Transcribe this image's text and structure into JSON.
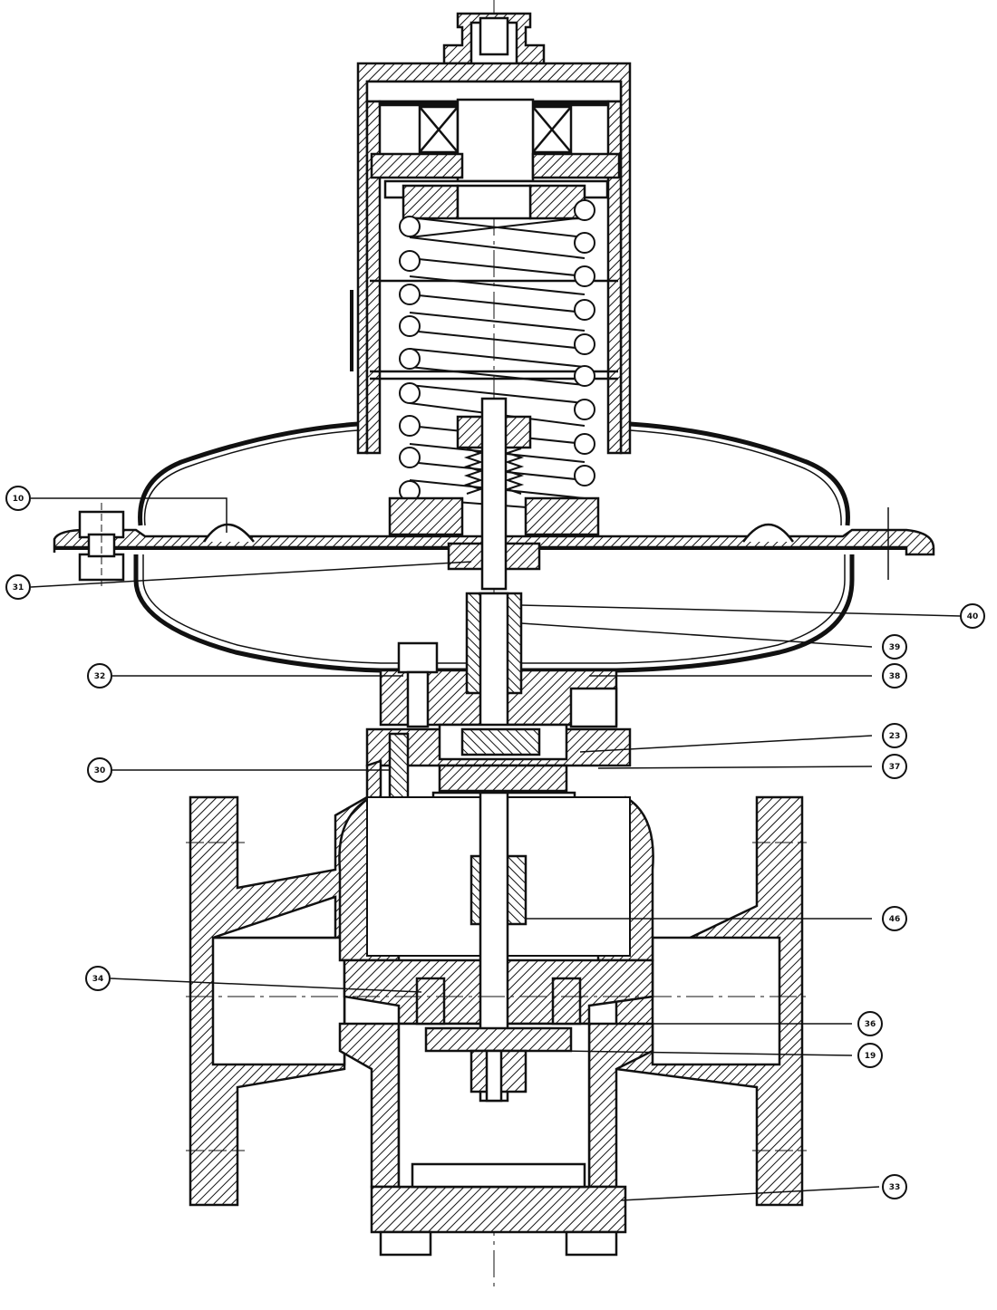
{
  "callouts": [
    {
      "id": "10",
      "label": "10"
    },
    {
      "id": "31",
      "label": "31"
    },
    {
      "id": "32",
      "label": "32"
    },
    {
      "id": "30",
      "label": "30"
    },
    {
      "id": "34",
      "label": "34"
    },
    {
      "id": "40",
      "label": "40"
    },
    {
      "id": "39",
      "label": "39"
    },
    {
      "id": "38",
      "label": "38"
    },
    {
      "id": "23",
      "label": "23"
    },
    {
      "id": "37",
      "label": "37"
    },
    {
      "id": "46",
      "label": "46"
    },
    {
      "id": "36",
      "label": "36"
    },
    {
      "id": "19",
      "label": "19"
    },
    {
      "id": "33",
      "label": "33"
    }
  ],
  "colors": {
    "ink": "#111111",
    "paper": "#ffffff"
  }
}
